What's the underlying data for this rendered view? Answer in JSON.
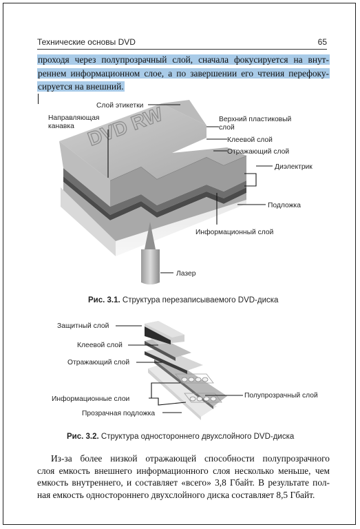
{
  "header": {
    "title": "Технические основы DVD",
    "page_number": "65"
  },
  "top_paragraph": {
    "lines": [
      "проходя через полупрозрачный слой, сначала фокусируется на внут-",
      "реннем информационном слое, а по завершении его чтения перефоку-",
      "сируется на внешний."
    ]
  },
  "figure1": {
    "disc_text": "DVD RW",
    "labels": {
      "label_layer": "Слой этикетки",
      "guide_groove_1": "Направляющая",
      "guide_groove_2": "канавка",
      "top_plastic_1": "Верхний пластиковый",
      "top_plastic_2": "слой",
      "adhesive": "Клеевой слой",
      "reflective": "Отражающий слой",
      "dielectric": "Диэлектрик",
      "substrate": "Подложка",
      "info_layer": "Информационный слой",
      "laser": "Лазер"
    },
    "caption_num": "Рис. 3.1.",
    "caption_text": " Структура перезаписываемого DVD-диска"
  },
  "figure2": {
    "labels": {
      "protective": "Защитный слой",
      "adhesive": "Клеевой слой",
      "reflective": "Отражающий слой",
      "semi_transparent": "Полупрозрачный слой",
      "info_layers": "Информационные слои",
      "transparent_substrate": "Прозрачная подложка"
    },
    "caption_num": "Рис. 3.2.",
    "caption_text": " Структура одностороннего двухслойного DVD-диска"
  },
  "bottom_paragraph": {
    "lines": [
      "Из-за более низкой отражающей способности полупрозрачного",
      "слоя емкость внешнего информационного слоя несколько меньше, чем",
      "емкость внутреннего, и составляет «всего» 3,8 Гбайт. В результате пол-",
      "ная емкость одностороннего двухслойного диска составляет 8,5 Гбайт."
    ]
  }
}
